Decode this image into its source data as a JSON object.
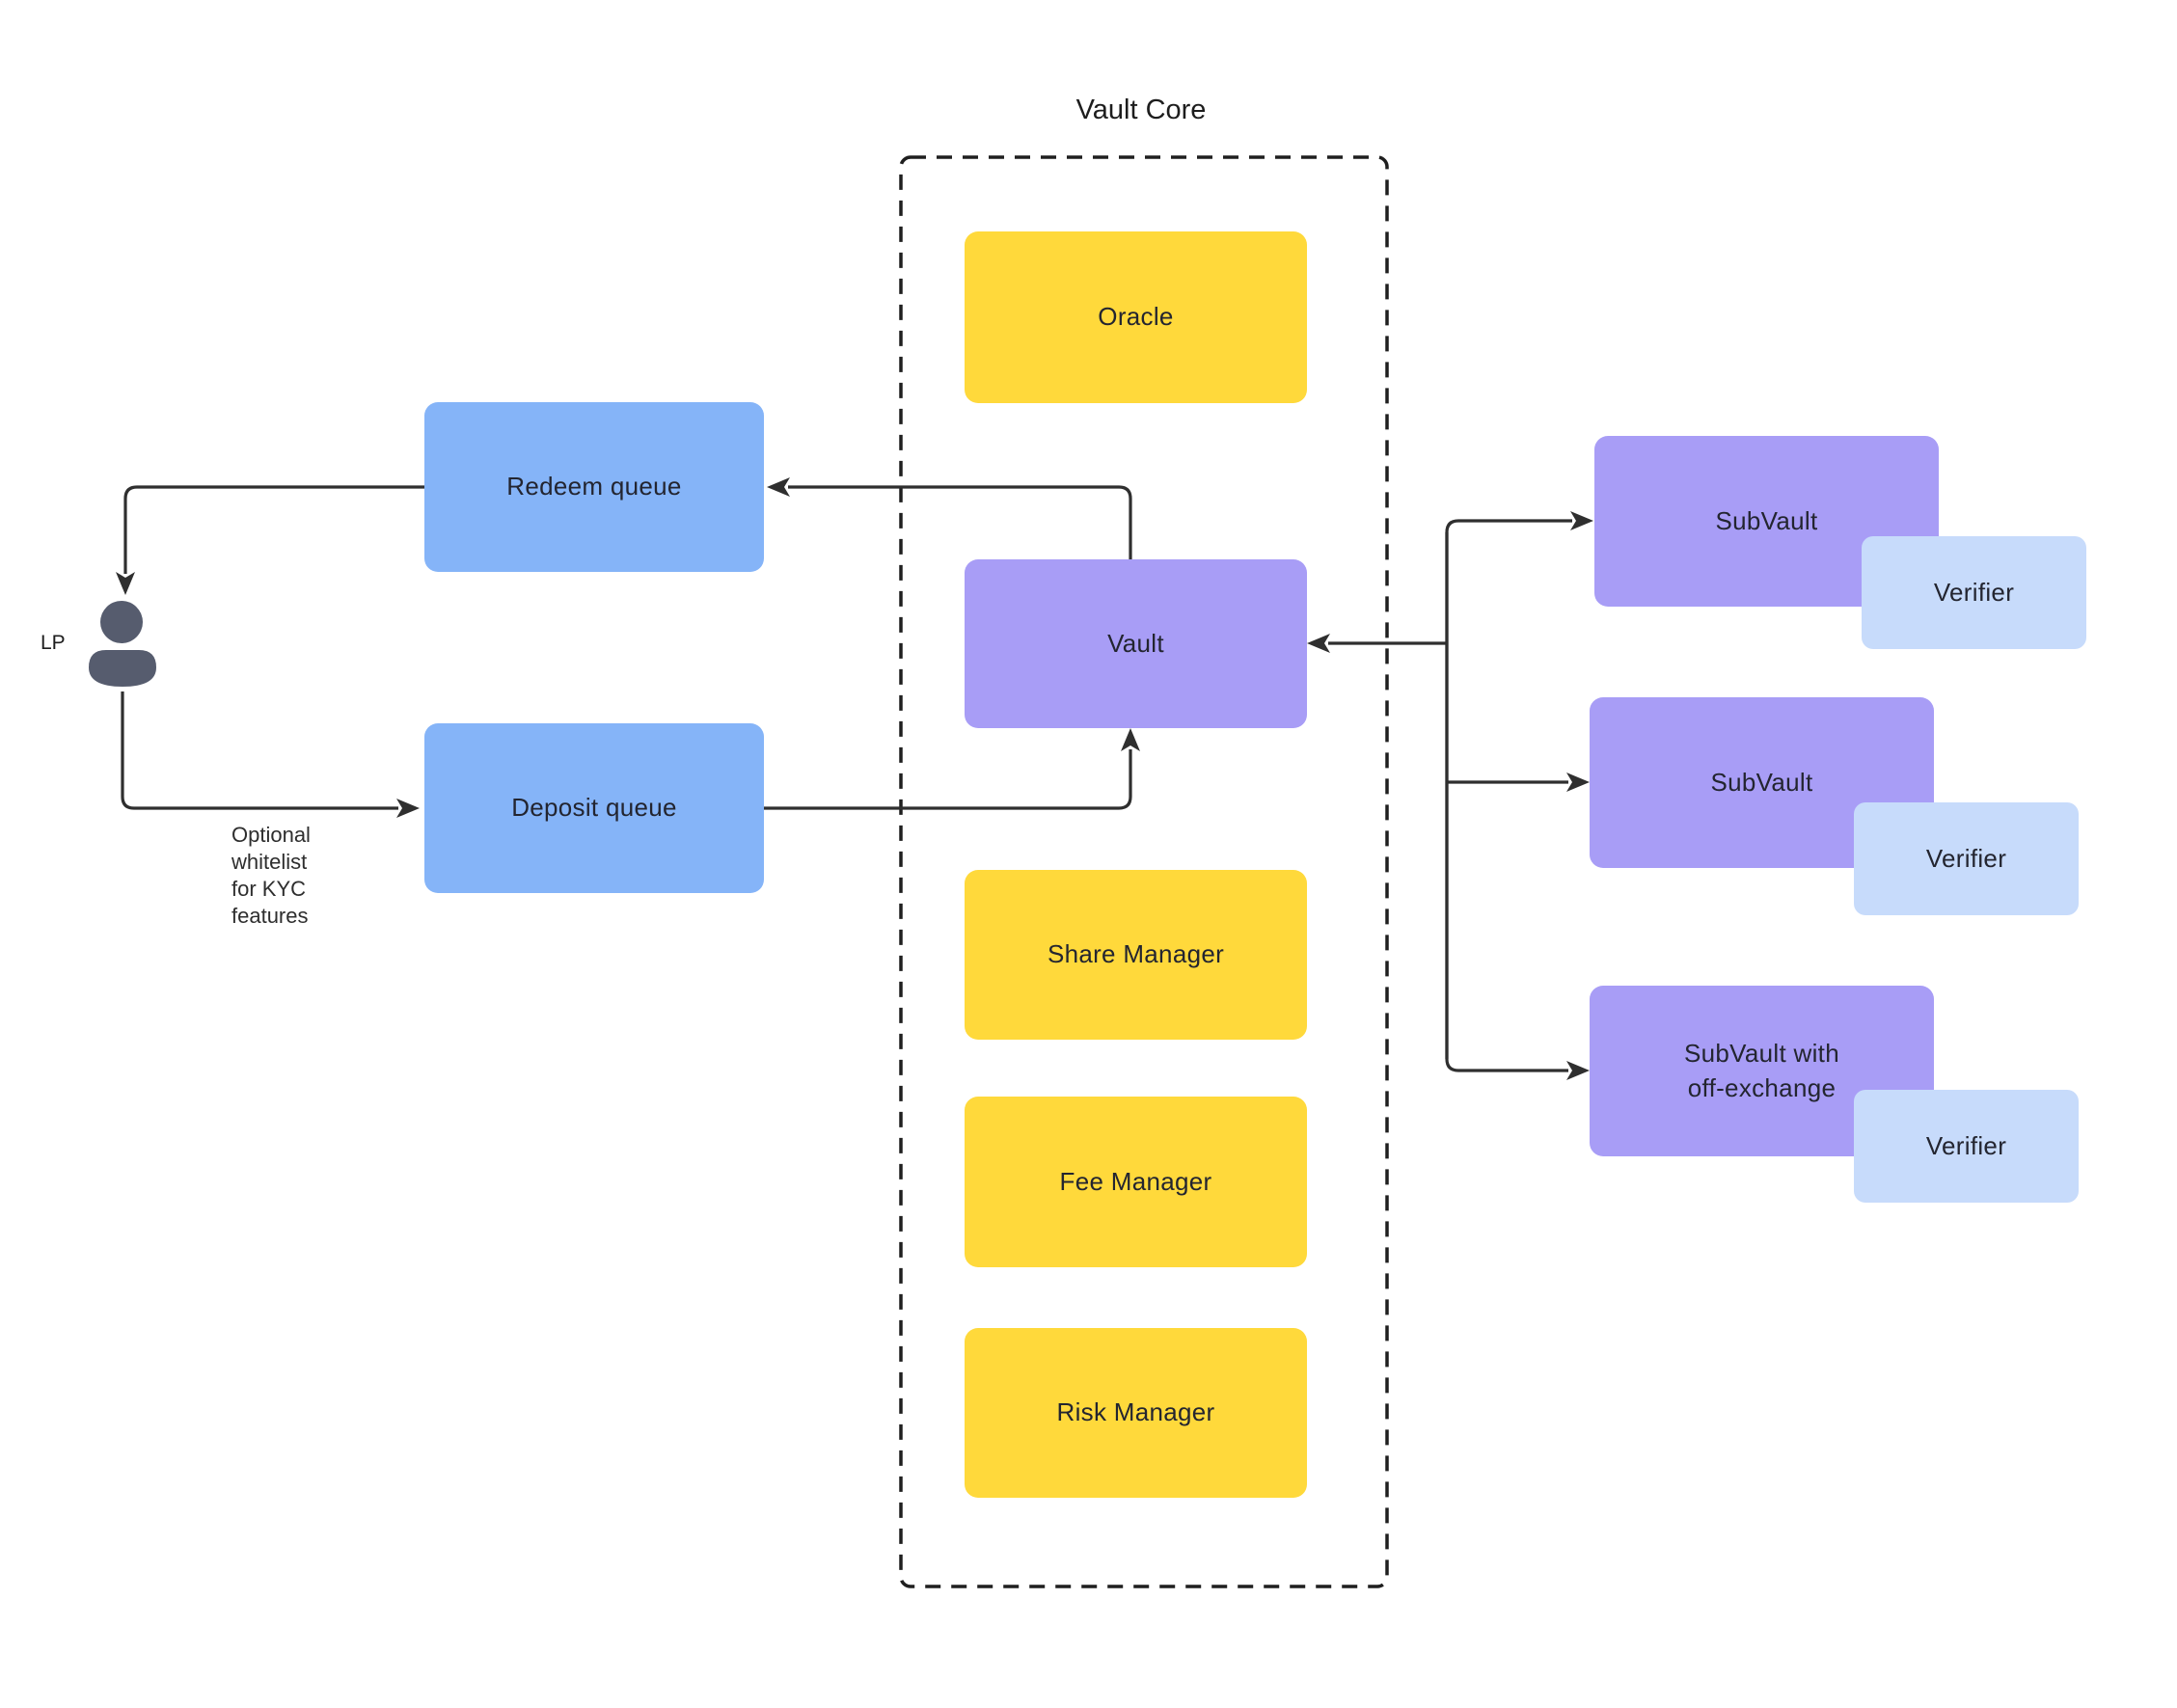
{
  "title": "Vault Core",
  "lp": {
    "label": "LP"
  },
  "annotation": {
    "text": "Optional\nwhitelist\nfor KYC\nfeatures"
  },
  "boxes": {
    "oracle": {
      "label": "Oracle",
      "color": "#FFD93B"
    },
    "vault": {
      "label": "Vault",
      "color": "#A89DF6"
    },
    "share_manager": {
      "label": "Share Manager",
      "color": "#FFD93B"
    },
    "fee_manager": {
      "label": "Fee Manager",
      "color": "#FFD93B"
    },
    "risk_manager": {
      "label": "Risk Manager",
      "color": "#FFD93B"
    },
    "redeem_queue": {
      "label": "Redeem queue",
      "color": "#85B4F8"
    },
    "deposit_queue": {
      "label": "Deposit queue",
      "color": "#85B4F8"
    },
    "subvault_1": {
      "label": "SubVault",
      "color": "#A89DF6"
    },
    "subvault_2": {
      "label": "SubVault",
      "color": "#A89DF6"
    },
    "subvault_3": {
      "label": "SubVault with\noff-exchange",
      "color": "#A89DF6"
    },
    "verifier_1": {
      "label": "Verifier",
      "color": "#C7DBFB"
    },
    "verifier_2": {
      "label": "Verifier",
      "color": "#C7DBFB"
    },
    "verifier_3": {
      "label": "Verifier",
      "color": "#C7DBFB"
    }
  },
  "colors": {
    "background": "#FFFFFF",
    "connector_line": "#2F2F2F",
    "dashed_border": "#1F1F1F",
    "person_icon": "#565C6E",
    "box_text": "#232530"
  }
}
